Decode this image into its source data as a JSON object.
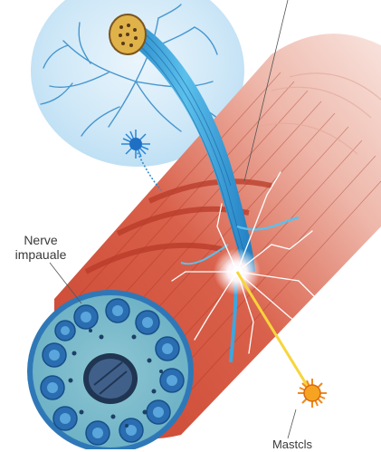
{
  "labels": {
    "nerve_line1": "Nerve",
    "nerve_line2": "impauale",
    "muscle": "Mastcls"
  },
  "colors": {
    "background": "#ffffff",
    "nerve_blue": "#3fa6dd",
    "halo_blue": "#cfe8f7",
    "muscle_red": "#d5503d",
    "muscle_pale": "#f3d6cf",
    "cross_section_blue": "#2f78b8",
    "spark_yellow": "#f7d53a",
    "receptor_orange": "#f08a1c"
  },
  "icons": [
    "nerve-fiber-bundle",
    "neuron-dendrite-tree",
    "nerve-receptor-starburst",
    "electric-spark",
    "muscle-receptor-starburst"
  ]
}
